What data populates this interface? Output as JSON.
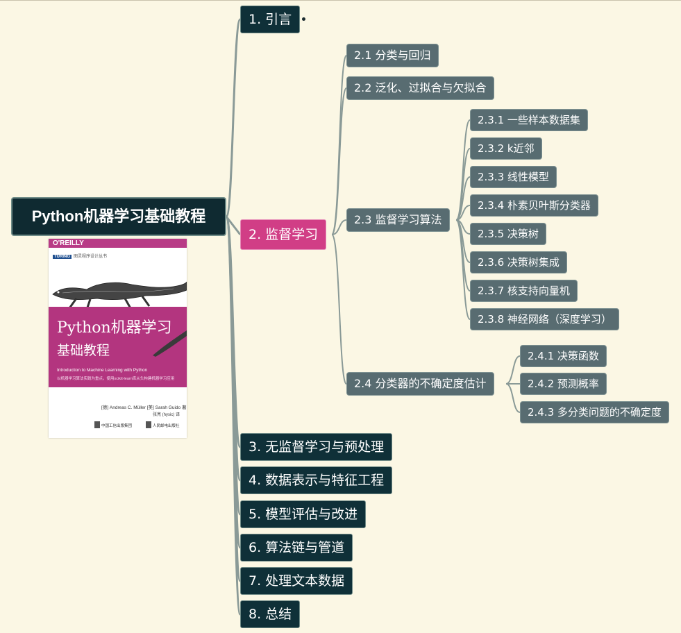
{
  "mindmap": {
    "root": "Python机器学习基础教程",
    "chapters": [
      {
        "label": "1. 引言"
      },
      {
        "label": "2. 监督学习",
        "children": [
          {
            "label": "2.1 分类与回归"
          },
          {
            "label": "2.2 泛化、过拟合与欠拟合"
          },
          {
            "label": "2.3 监督学习算法",
            "children": [
              {
                "label": "2.3.1 一些样本数据集"
              },
              {
                "label": "2.3.2 k近邻"
              },
              {
                "label": "2.3.3 线性模型"
              },
              {
                "label": "2.3.4 朴素贝叶斯分类器"
              },
              {
                "label": "2.3.5 决策树"
              },
              {
                "label": "2.3.6 决策树集成"
              },
              {
                "label": "2.3.7 核支持向量机"
              },
              {
                "label": "2.3.8 神经网络（深度学习）"
              }
            ]
          },
          {
            "label": "2.4 分类器的不确定度估计",
            "children": [
              {
                "label": "2.4.1 决策函数"
              },
              {
                "label": "2.4.2 预测概率"
              },
              {
                "label": "2.4.3 多分类问题的不确定度"
              }
            ]
          }
        ]
      },
      {
        "label": "3. 无监督学习与预处理"
      },
      {
        "label": "4. 数据表示与特征工程"
      },
      {
        "label": "5. 模型评估与改进"
      },
      {
        "label": "6. 算法链与管道"
      },
      {
        "label": "7. 处理文本数据"
      },
      {
        "label": "8. 总结"
      }
    ]
  },
  "book_cover": {
    "publisher": "O'REILLY",
    "series_tag": "TURING",
    "series": "图灵程序设计丛书",
    "title_line1": "Python机器学习",
    "title_line2": "基础教程",
    "subtitle_en": "Introduction to Machine Learning with Python",
    "subtitle_cn": "以机器学习算法实践为重点，使用scikit-learn库从头构建机器学习应用",
    "authors": "[德] Andreas C. Müller  [美] Sarah Guido 著",
    "translator": "张亮 (hysic) 译",
    "publisher_left": "中国工信出版集团",
    "publisher_right": "人民邮电出版社"
  },
  "colors": {
    "background": "#fbf7e4",
    "root_fill": "#0f2a31",
    "chapter_fill": "#0f3038",
    "active_chapter_fill": "#d13e86",
    "section_fill": "#586c71",
    "connector": "#8a9a97",
    "cover_band": "#b3357f"
  }
}
